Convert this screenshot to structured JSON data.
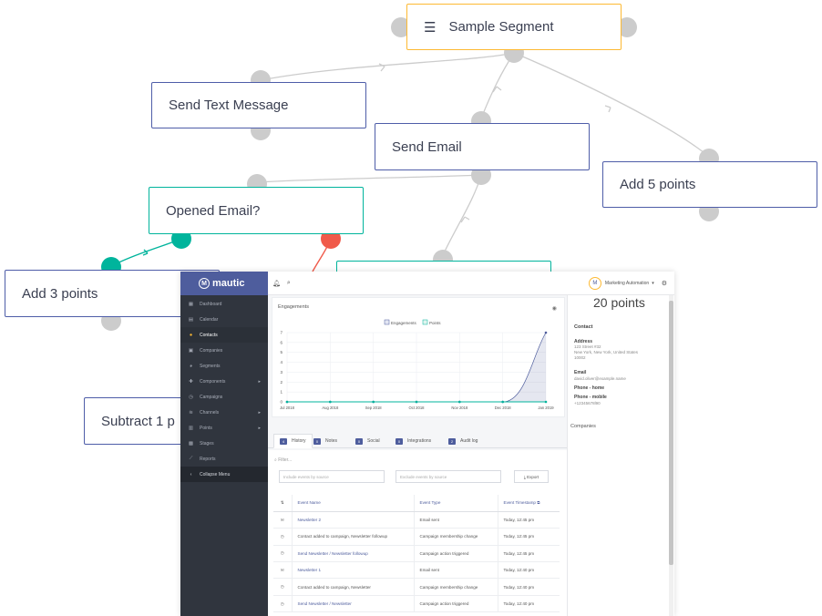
{
  "canvas": {
    "nodes": {
      "segment": "Sample Segment",
      "send_text": "Send Text Message",
      "send_email": "Send Email",
      "add_5": "Add 5 points",
      "opened_email": "Opened Email?",
      "add_3": "Add 3 points",
      "subtract": "Subtract 1 p"
    },
    "colors": {
      "action_border": "#4e5da8",
      "condition_border": "#00b49c",
      "source_border": "#fdb933",
      "yes_path": "#00b49c",
      "no_path": "#f05a4a",
      "connector": "#cccccc"
    }
  },
  "app": {
    "brand": "mautic",
    "sidebar": {
      "items": [
        {
          "icon": "grid-icon",
          "glyph": "▦",
          "label": "Dashboard"
        },
        {
          "icon": "calendar-icon",
          "glyph": "▤",
          "label": "Calendar"
        },
        {
          "icon": "user-icon",
          "glyph": "●",
          "label": "Contacts"
        },
        {
          "icon": "building-icon",
          "glyph": "▣",
          "label": "Companies"
        },
        {
          "icon": "pie-icon",
          "glyph": "◕",
          "label": "Segments"
        },
        {
          "icon": "puzzle-icon",
          "glyph": "✚",
          "label": "Components"
        },
        {
          "icon": "clock-icon",
          "glyph": "◷",
          "label": "Campaigns"
        },
        {
          "icon": "rss-icon",
          "glyph": "≋",
          "label": "Channels"
        },
        {
          "icon": "calculator-icon",
          "glyph": "▥",
          "label": "Points"
        },
        {
          "icon": "stages-icon",
          "glyph": "▩",
          "label": "Stages"
        },
        {
          "icon": "chart-icon",
          "glyph": "⟋",
          "label": "Reports"
        }
      ],
      "collapse_label": "Collapse Menu"
    },
    "topbar": {
      "user_label": "Marketing Automation"
    },
    "engagements": {
      "title": "Engagements",
      "legend": [
        "Engagements",
        "Points"
      ]
    },
    "tabs": [
      {
        "badge": "4",
        "label": "History"
      },
      {
        "badge": "0",
        "label": "Notes"
      },
      {
        "badge": "0",
        "label": "Social"
      },
      {
        "badge": "0",
        "label": "Integrations"
      },
      {
        "badge": "2",
        "label": "Audit log"
      }
    ],
    "filter": {
      "placeholder": "Filter...",
      "include_placeholder": "Include events by source",
      "exclude_placeholder": "Exclude events by source",
      "export_label": "Export"
    },
    "table": {
      "headers": {
        "icon": "⇅",
        "name": "Event Name",
        "type": "Event Type",
        "timestamp": "Event Timestamp"
      },
      "rows": [
        {
          "icon": "✉",
          "name": "Newsletter 2",
          "link": true,
          "type": "Email sent",
          "ts": "Today, 12:45 pm"
        },
        {
          "icon": "◷",
          "name": "Contact added to campaign, Newsletter followup",
          "link": false,
          "type": "Campaign membership change",
          "ts": "Today, 12:45 pm"
        },
        {
          "icon": "◷",
          "name": "Send Newsletter / Newsletter followup",
          "link": true,
          "type": "Campaign action triggered",
          "ts": "Today, 12:45 pm"
        },
        {
          "icon": "✉",
          "name": "Newsletter 1",
          "link": true,
          "type": "Email sent",
          "ts": "Today, 12:40 pm"
        },
        {
          "icon": "◷",
          "name": "Contact added to campaign, Newsletter",
          "link": false,
          "type": "Campaign membership change",
          "ts": "Today, 12:40 pm"
        },
        {
          "icon": "◷",
          "name": "Send Newsletter / Newsletter",
          "link": true,
          "type": "Campaign action triggered",
          "ts": "Today, 12:40 pm"
        }
      ]
    },
    "contact": {
      "points": "20 points",
      "section": "Contact",
      "address_label": "Address",
      "address_lines": [
        "123 Street #32",
        "New York, New York, United States",
        "10002"
      ],
      "email_label": "Email",
      "email": "david.oliver@example.name",
      "phone_home_label": "Phone - home",
      "phone_mobile_label": "Phone - mobile",
      "phone_mobile": "+12345678l90",
      "companies_label": "Companies"
    }
  },
  "chart_data": {
    "type": "area",
    "title": "Engagements",
    "x": [
      "Jul 2018",
      "Aug 2018",
      "Sep 2018",
      "Oct 2018",
      "Nov 2018",
      "Dec 2018",
      "Jan 2019"
    ],
    "series": [
      {
        "name": "Engagements",
        "values": [
          0,
          0,
          0,
          0,
          0,
          0,
          7
        ]
      },
      {
        "name": "Points",
        "values": [
          0,
          0,
          0,
          0,
          0,
          0,
          0
        ]
      }
    ],
    "y_ticks": [
      0,
      1,
      2,
      3,
      4,
      5,
      6,
      7
    ],
    "ylim": [
      0,
      7
    ],
    "grid": true,
    "legend": "top-center"
  }
}
